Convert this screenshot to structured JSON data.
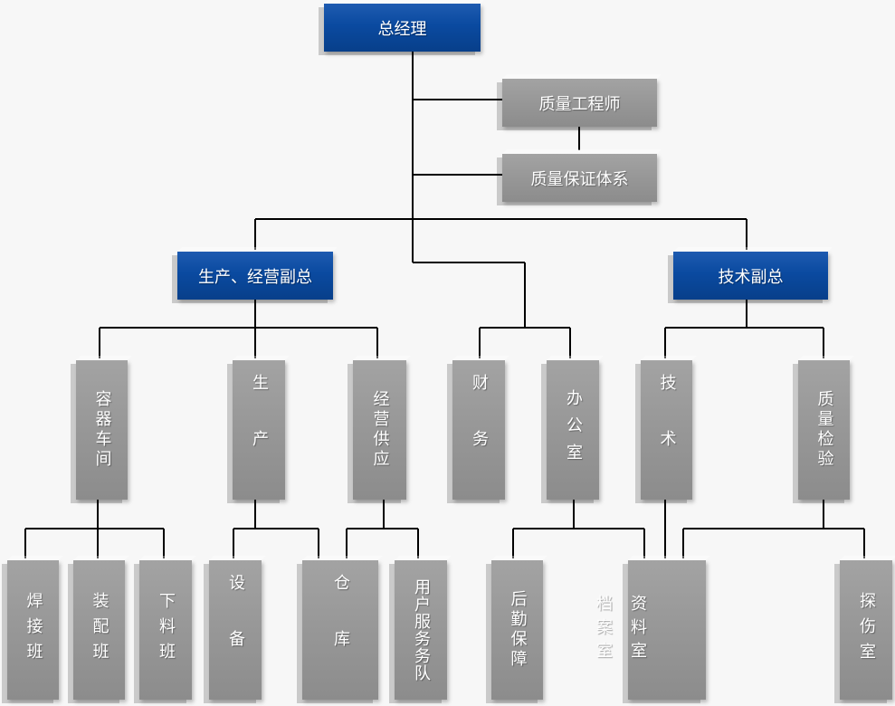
{
  "org": {
    "gm": "总经理",
    "quality_engineer": "质量工程师",
    "qa_system": "质量保证体系",
    "vp_production": "生产、经营副总",
    "vp_tech": "技术副总",
    "container_workshop": "容器车间",
    "production": "生产",
    "operations_supply": "经营供应",
    "finance": "财务",
    "office": "办公室",
    "technology": "技术",
    "quality_inspection": "质量检验",
    "welding_team": "焊接班",
    "assembly_team": "装配班",
    "cutting_team": "下料班",
    "equipment": "设备",
    "warehouse": "仓库",
    "customer_service_team": "用户服务务队",
    "logistics": "后勤保障",
    "archives_room": "档案室",
    "materials_room": "资料室",
    "flaw_detection_room": "探伤室"
  },
  "colors": {
    "blue": "#0a4aa0",
    "gray": "#999999",
    "line": "#000000",
    "background": "#f7f7f7"
  }
}
